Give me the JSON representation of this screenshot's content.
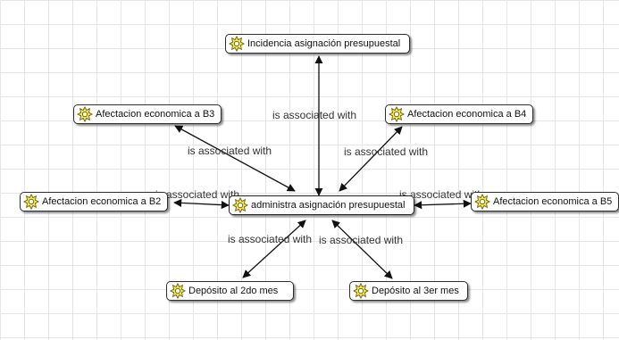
{
  "diagram": {
    "nodes": [
      {
        "id": "center",
        "label": "administra asignación presupuestal"
      },
      {
        "id": "top",
        "label": "Incidencia asignación presupuestal"
      },
      {
        "id": "b3",
        "label": "Afectacion economica a B3"
      },
      {
        "id": "b4",
        "label": "Afectacion economica a B4"
      },
      {
        "id": "b2",
        "label": "Afectacion economica a B2"
      },
      {
        "id": "b5",
        "label": "Afectacion economica a B5"
      },
      {
        "id": "dep2",
        "label": "Depósito al 2do mes"
      },
      {
        "id": "dep3",
        "label": "Depósito al 3er mes"
      }
    ],
    "edges": [
      {
        "from": "center",
        "to": "top",
        "label": "is associated with"
      },
      {
        "from": "center",
        "to": "b3",
        "label": "is associated with"
      },
      {
        "from": "center",
        "to": "b4",
        "label": "is associated with"
      },
      {
        "from": "center",
        "to": "b2",
        "label": "is associated with"
      },
      {
        "from": "center",
        "to": "b5",
        "label": "is associated with"
      },
      {
        "from": "center",
        "to": "dep2",
        "label": "is associated with"
      },
      {
        "from": "center",
        "to": "dep3",
        "label": "is associated with"
      }
    ],
    "node_icon": "concept-icon",
    "colors": {
      "node_border": "#2e2e2e",
      "edge": "#111111",
      "icon_fill": "#f2e84a",
      "grid": "#e6e6e6"
    }
  }
}
